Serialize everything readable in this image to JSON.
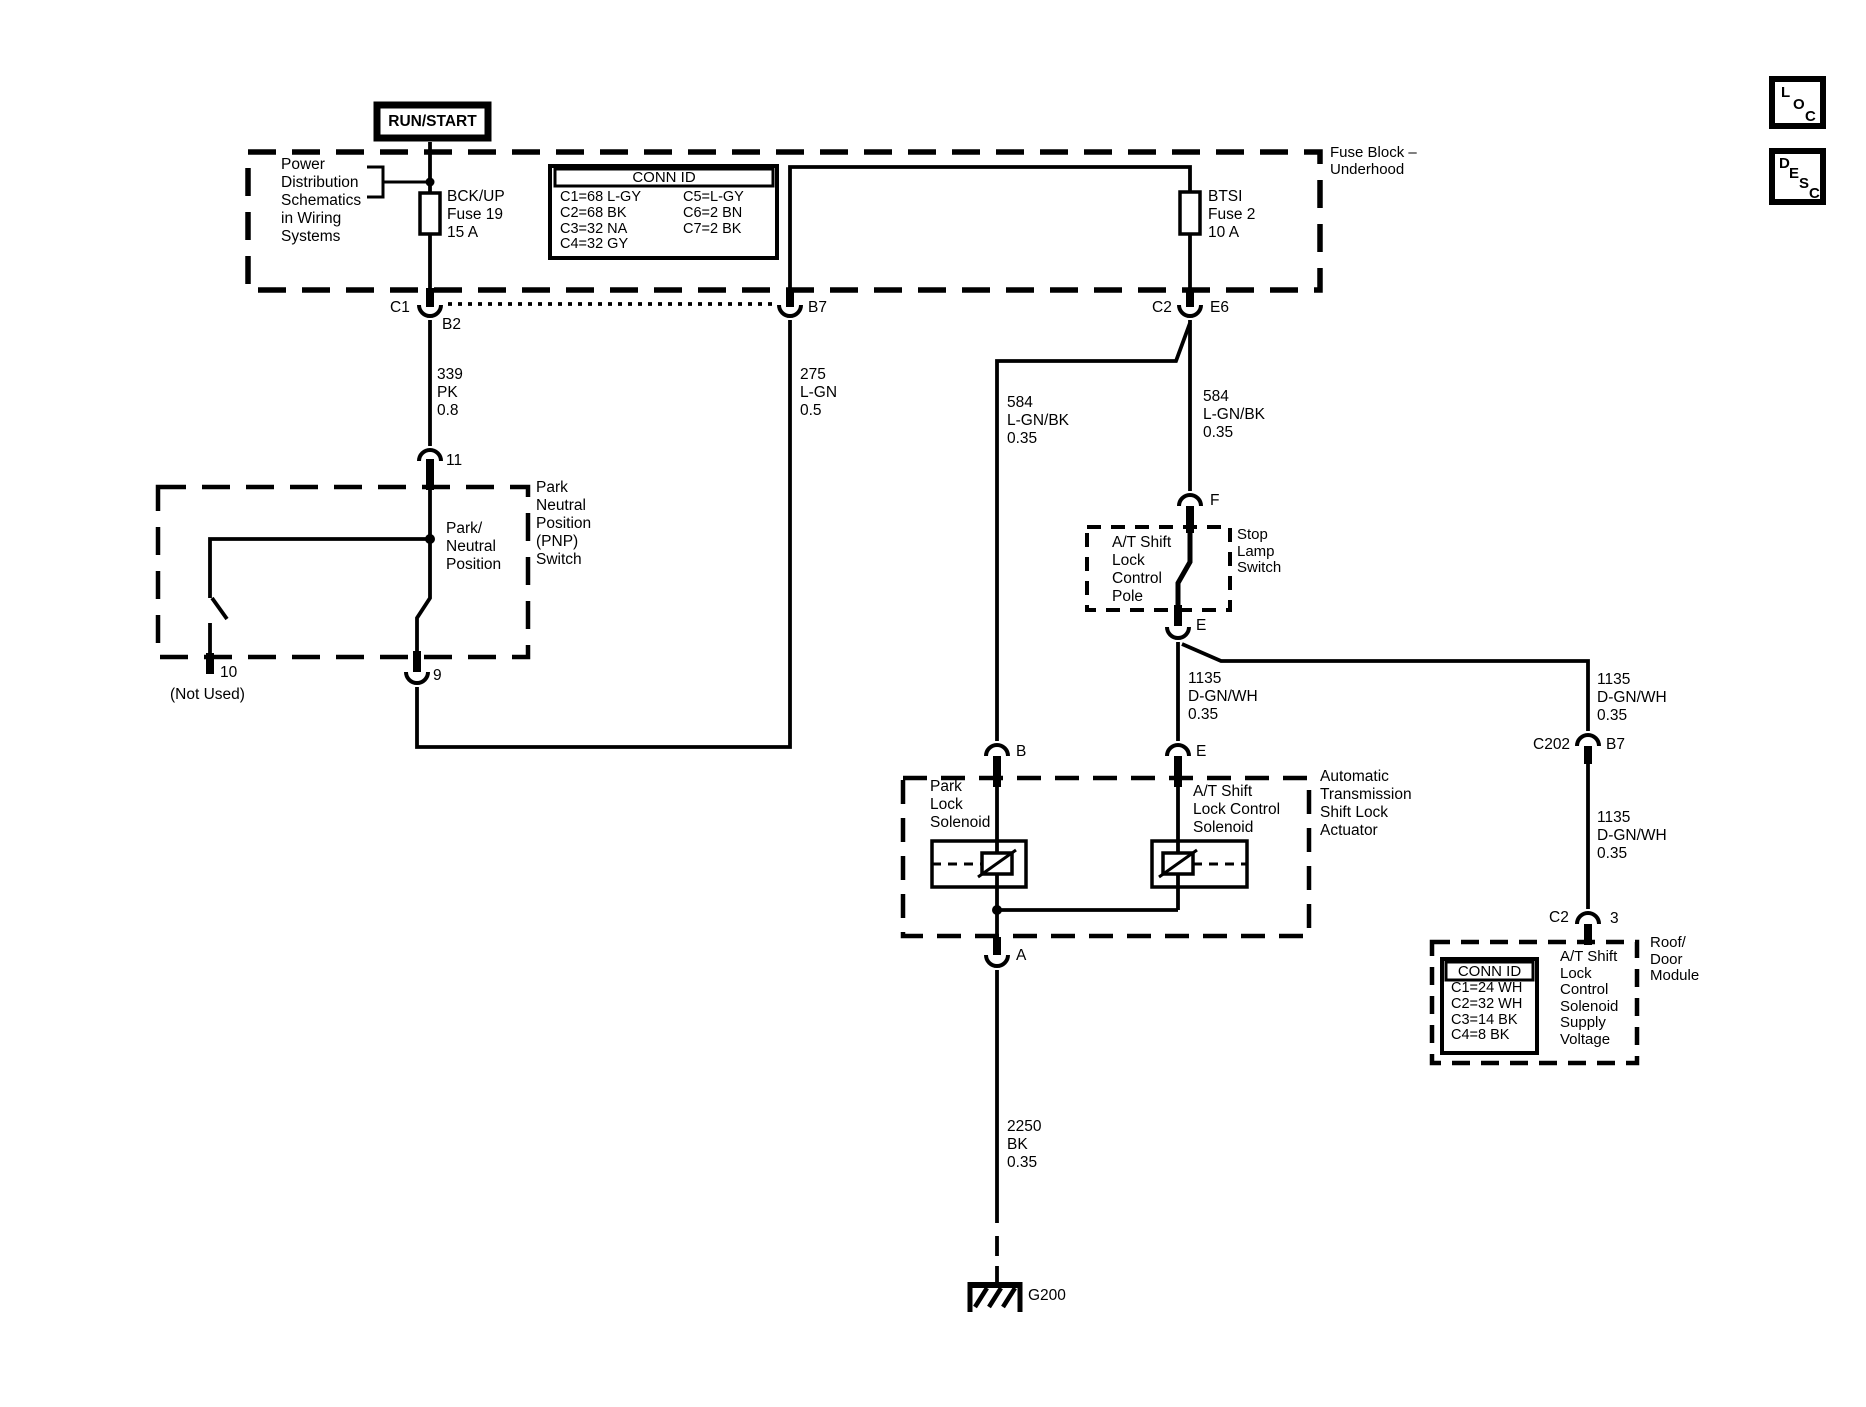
{
  "header": {
    "run_start": "RUN/START",
    "loc": "LOC",
    "desc": "DESC"
  },
  "fuse_block": {
    "label": "Fuse Block –\nUnderhood",
    "power_note": "Power\nDistribution\nSchematics\nin Wiring\nSystems",
    "bckup_fuse": "BCK/UP\nFuse 19\n15 A",
    "btsi_fuse": "BTSI\nFuse 2\n10 A",
    "conn_id": {
      "title": "CONN ID",
      "col1": [
        "C1=68 L-GY",
        "C2=68 BK",
        "C3=32 NA",
        "C4=32 GY"
      ],
      "col2": [
        "C5=L-GY",
        "C6=2 BN",
        "C7=2 BK"
      ]
    }
  },
  "connectors": {
    "c1": "C1",
    "b2": "B2",
    "b7": "B7",
    "c2": "C2",
    "e6": "E6",
    "pin_11": "11",
    "pin_9": "9",
    "pin_10": "10",
    "not_used": "(Not Used)",
    "f": "F",
    "e_stop": "E",
    "b_park": "B",
    "e_at": "E",
    "a_out": "A",
    "c202": "C202",
    "b7_roof": "B7",
    "c2_roof": "C2",
    "pin_3": "3"
  },
  "wires": {
    "w339": "339\nPK\n0.8",
    "w275": "275\nL-GN\n0.5",
    "w584_a": "584\nL-GN/BK\n0.35",
    "w584_b": "584\nL-GN/BK\n0.35",
    "w1135_a": "1135\nD-GN/WH\n0.35",
    "w1135_b": "1135\nD-GN/WH\n0.35",
    "w1135_c": "1135\nD-GN/WH\n0.35",
    "w2250": "2250\nBK\n0.35"
  },
  "pnp_switch": {
    "label": "Park\nNeutral\nPosition\n(PNP)\nSwitch",
    "inner_label": "Park/\nNeutral\nPosition"
  },
  "stop_lamp_switch": {
    "label": "Stop\nLamp\nSwitch",
    "inner_label": "A/T Shift\nLock\nControl\nPole"
  },
  "actuator": {
    "label": "Automatic\nTransmission\nShift Lock\nActuator",
    "park_solenoid": "Park\nLock\nSolenoid",
    "at_solenoid": "A/T Shift\nLock Control\nSolenoid"
  },
  "roof_module": {
    "label": "Roof/\nDoor\nModule",
    "inner_label": "A/T Shift\nLock\nControl\nSolenoid\nSupply\nVoltage",
    "conn_id": {
      "title": "CONN ID",
      "rows": [
        "C1=24 WH",
        "C2=32 WH",
        "C3=14 BK",
        "C4=8 BK"
      ]
    }
  },
  "ground": {
    "label": "G200"
  }
}
